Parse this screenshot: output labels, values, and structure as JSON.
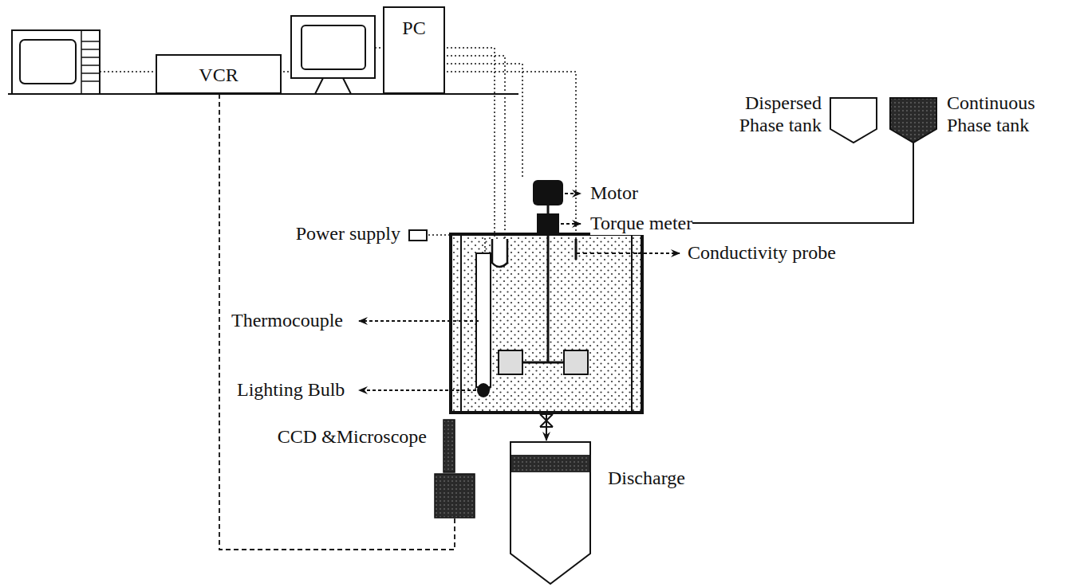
{
  "diagram": {
    "nodes": [
      {
        "text": [
          "VCR"
        ]
      },
      {
        "text": [
          "PC"
        ]
      },
      {
        "text": [
          "Dispersed Phase tank"
        ]
      },
      {
        "text": [
          "Continuous Phase tank"
        ]
      },
      {
        "text": [
          "Power supply"
        ]
      },
      {
        "text": [
          "CCD &Microscope"
        ]
      },
      {
        "text": [
          "Discharge"
        ]
      }
    ],
    "edges": [
      {
        "from": 0,
        "to": 5,
        "arrow": "none"
      }
    ],
    "labels": [
      "Motor",
      "Torque meter",
      "Thermocouple",
      "Lighting Bulb",
      "Conductivity probe"
    ]
  }
}
